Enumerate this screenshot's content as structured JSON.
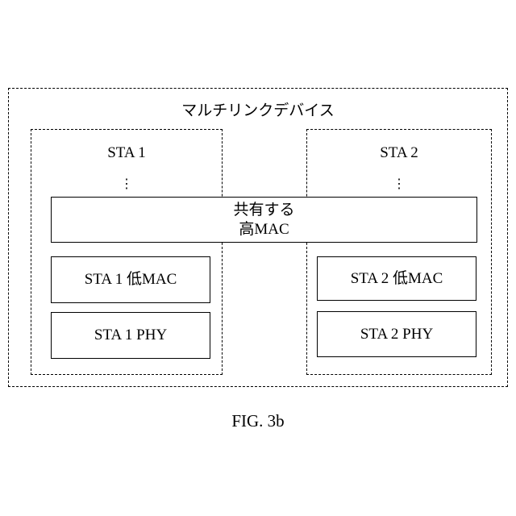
{
  "device": {
    "title": "マルチリンクデバイス"
  },
  "sta1": {
    "title": "STA 1",
    "ellipsis": "⋮",
    "low_mac": "STA 1 低MAC",
    "phy": "STA 1 PHY"
  },
  "sta2": {
    "title": "STA 2",
    "ellipsis": "⋮",
    "low_mac": "STA 2 低MAC",
    "phy": "STA 2 PHY"
  },
  "shared_mac": {
    "line1": "共有する",
    "line2": "高MAC"
  },
  "figure": {
    "caption": "FIG. 3b"
  }
}
